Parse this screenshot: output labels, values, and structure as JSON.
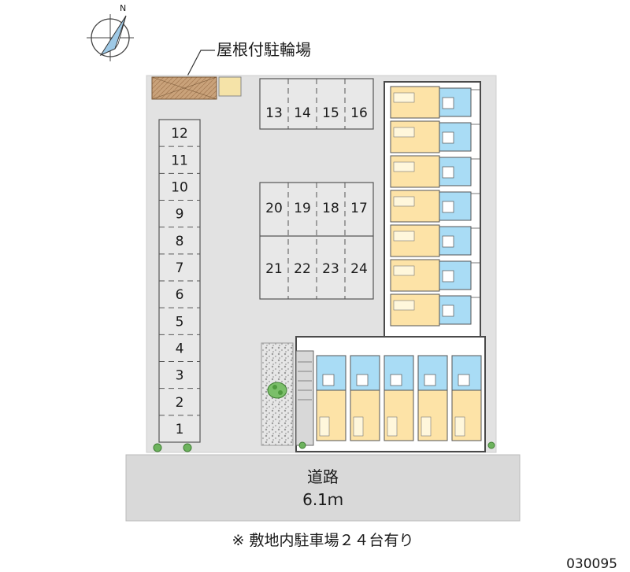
{
  "diagram": {
    "compass_label": "N",
    "bicycle_parking_label": "屋根付駐輪場",
    "road_name": "道路",
    "road_width": "6.1ｍ",
    "footnote": "※ 敷地内駐車場２４台有り",
    "code": "030095",
    "parking_spaces": {
      "left_column": [
        "12",
        "11",
        "10",
        "9",
        "8",
        "7",
        "6",
        "5",
        "4",
        "3",
        "2",
        "1"
      ],
      "top_row": [
        "13",
        "14",
        "15",
        "16"
      ],
      "middle_upper_row": [
        "20",
        "19",
        "18",
        "17"
      ],
      "middle_lower_row": [
        "21",
        "22",
        "23",
        "24"
      ]
    },
    "colors": {
      "paved": "#e2e2e2",
      "road": "#d9d9d9",
      "unit_room": "#fde3a7",
      "unit_wet": "#a9dcf5",
      "roof": "#c9a27a",
      "building_outline": "#4a4a4a"
    }
  }
}
